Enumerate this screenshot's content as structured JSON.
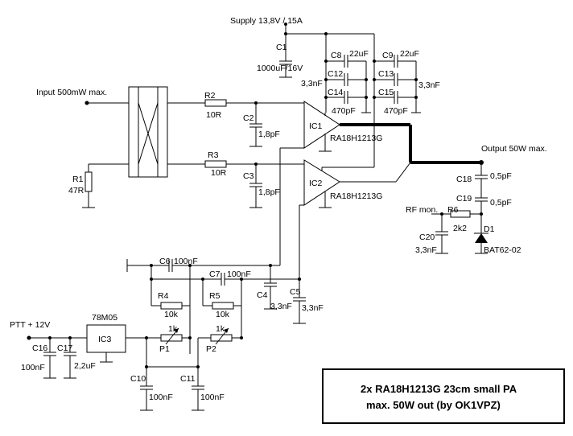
{
  "supply": "Supply 13,8V / 15A",
  "input": "Input 500mW max.",
  "output": "Output 50W max.",
  "ptt": "PTT + 12V",
  "rfmon": "RF mon.",
  "title_line1": "2x RA18H1213G 23cm small PA",
  "title_line2": "max. 50W out (by OK1VPZ)",
  "labels": {
    "C1": "C1",
    "C1v": "1000uF/16V",
    "C8": "C8",
    "C8v": "22uF",
    "C9": "C9",
    "C9v": "22uF",
    "C12": "C12",
    "C12v": "3,3nF",
    "C13": "C13",
    "C13v": "3,3nF",
    "C14": "C14",
    "C14v": "470pF",
    "C15": "C15",
    "C15v": "470pF",
    "R1": "R1",
    "R1v": "47R",
    "R2": "R2",
    "R2v": "10R",
    "R3": "R3",
    "R3v": "10R",
    "C2": "C2",
    "C2v": "1,8pF",
    "C3": "C3",
    "C3v": "1,8pF",
    "IC1": "IC1",
    "IC1v": "RA18H1213G",
    "IC2": "IC2",
    "IC2v": "RA18H1213G",
    "C18": "C18",
    "C18v": "0,5pF",
    "C19": "C19",
    "C19v": "0,5pF",
    "R6": "R6",
    "R6v": "2k2",
    "D1": "D1",
    "D1v": "BAT62-02",
    "C20": "C20",
    "C20v": "3,3nF",
    "C6": "C6",
    "C6v": "100nF",
    "C7": "C7",
    "C7v": "100nF",
    "R4": "R4",
    "R4v": "10k",
    "R5": "R5",
    "R5v": "10k",
    "C4": "C4",
    "C4v": "3,3nF",
    "C5": "C5",
    "C5v": "3,3nF",
    "IC3": "IC3",
    "IC3v": "78M05",
    "P1": "P1",
    "P1v": "1k",
    "P2": "P2",
    "P2v": "1k",
    "C16": "C16",
    "C16v": "100nF",
    "C17": "C17",
    "C17v": "2,2uF",
    "C10": "C10",
    "C10v": "100nF",
    "C11": "C11",
    "C11v": "100nF"
  }
}
